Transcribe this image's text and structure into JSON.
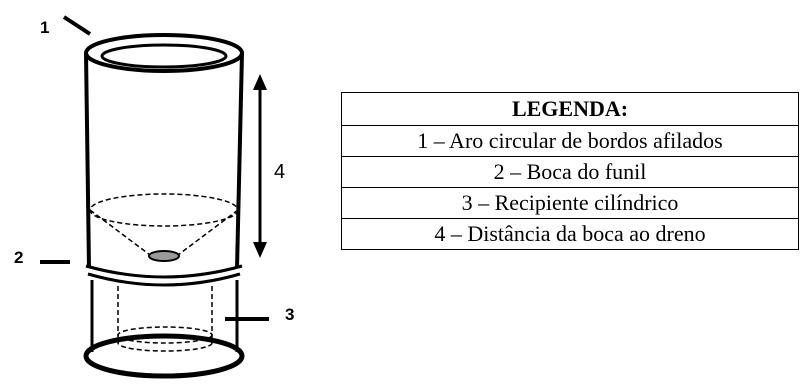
{
  "callouts": {
    "c1": "1",
    "c2": "2",
    "c3": "3",
    "c4": "4"
  },
  "legend": {
    "title": "LEGENDA:",
    "items": [
      "1 – Aro circular de bordos afilados",
      "2 – Boca do funil",
      "3 – Recipiente cilíndrico",
      "4 – Distância da boca ao dreno"
    ]
  }
}
